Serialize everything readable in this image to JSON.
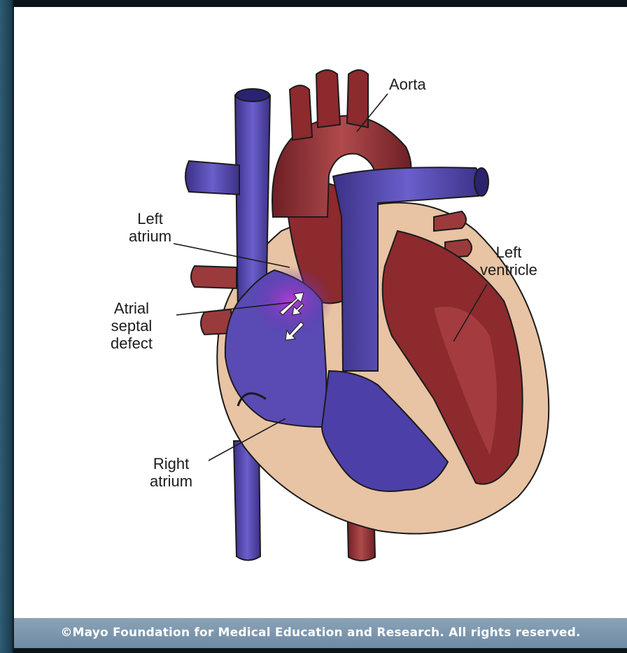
{
  "labels": {
    "aorta": "Aorta",
    "left_atrium": "Left\natrium",
    "left_ventricle": "Left\nventricle",
    "atrial_septal_defect": "Atrial\nseptal\ndefect",
    "right_atrium": "Right\natrium"
  },
  "copyright": "©Mayo Foundation for Medical Education and Research.  All rights reserved.",
  "colors": {
    "vein_blue": "#4a3f9e",
    "artery_red": "#8c2a2e",
    "tissue_tan": "#e8c3a4",
    "defect_purple": "#8b2fb5",
    "footer_bar": "#7a94ab"
  }
}
